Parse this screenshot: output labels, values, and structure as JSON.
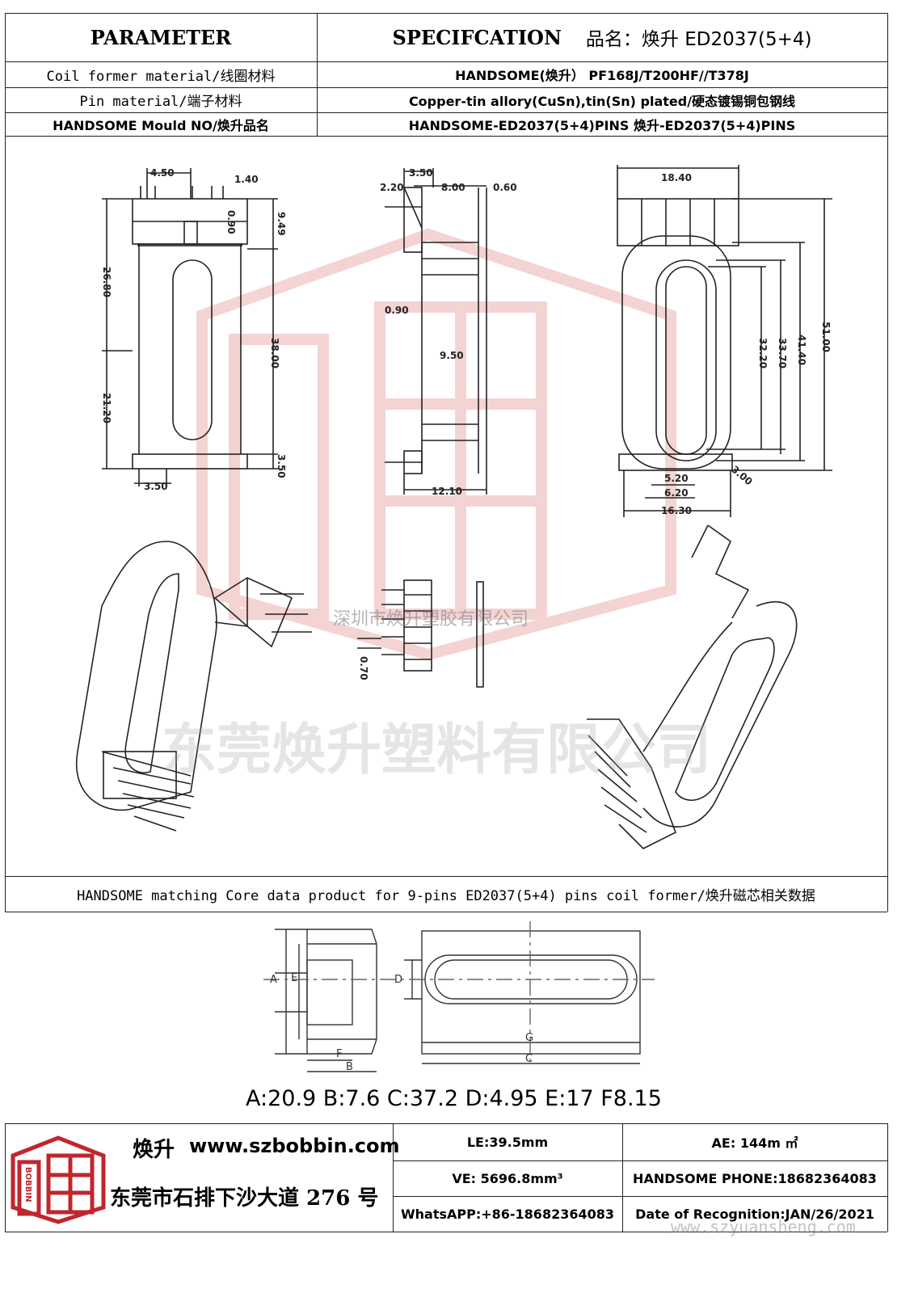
{
  "header": {
    "parameter_label": "PARAMETER",
    "specification_label": "SPECIFCATION",
    "product_name_label": "品名：",
    "product_name_value": "焕升 ED2037(5+4)"
  },
  "rows": [
    {
      "label": "Coil former material/线圈材料",
      "value": "HANDSOME(焕升）  PF168J/T200HF//T378J"
    },
    {
      "label": "Pin material/端子材料",
      "value": "Copper-tin allory(CuSn),tin(Sn) plated/硬态镀锡铜包钢线"
    },
    {
      "label": "HANDSOME Mould NO/焕升品名",
      "value": "HANDSOME-ED2037(5+4)PINS 焕升-ED2037(5+4)PINS"
    }
  ],
  "dimensions": {
    "front": [
      "4.50",
      "1.40",
      "0.90",
      "9.49",
      "26.80",
      "38.00",
      "21.20",
      "3.50",
      "3.50"
    ],
    "side": [
      "3.50",
      "2.20",
      "8.00",
      "0.60",
      "0.90",
      "9.50",
      "12.10"
    ],
    "top": [
      "18.40",
      "51.00",
      "41.40",
      "33.70",
      "32.20",
      "5.20",
      "6.20",
      "16.30",
      "3.00"
    ],
    "pin": [
      "0.70"
    ]
  },
  "watermarks": {
    "company_small": "深圳市焕升塑胶有限公司",
    "company_large": "东莞焕升塑料有限公司",
    "website": "www.szyuansheng.com"
  },
  "core_section": {
    "title": "HANDSOME matching Core data  product for 9-pins ED2037(5+4) pins coil former/焕升磁芯相关数据",
    "letters": [
      "A",
      "E",
      "F",
      "B",
      "D",
      "G",
      "C"
    ],
    "values": "A:20.9 B:7.6 C:37.2 D:4.95 E:17 F8.15"
  },
  "footer": {
    "brand": "焕升",
    "website": "www.szbobbin.com",
    "address": "东莞市石排下沙大道 276 号",
    "logo_text": "BOBBIN",
    "le": "LE:39.5mm",
    "ae": "AE: 144m ㎡",
    "ve": "VE: 5696.8mm³",
    "phone": "HANDSOME PHONE:18682364083",
    "whatsapp": "WhatsAPP:+86-18682364083",
    "date": "Date of Recognition:JAN/26/2021"
  },
  "colors": {
    "logo_red": "#c0262d",
    "watermark_red": "#e8a0a0",
    "line": "#222222"
  }
}
